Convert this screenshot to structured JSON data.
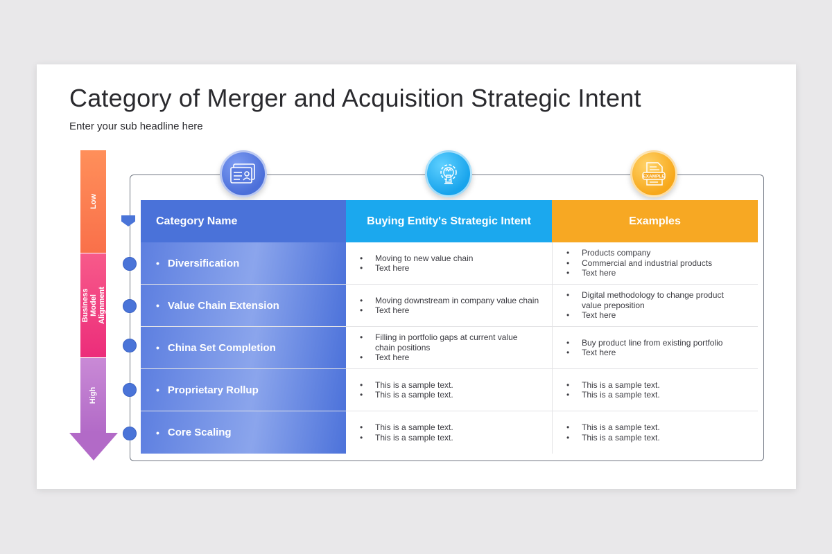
{
  "slide": {
    "title": "Category of Merger and Acquisition Strategic Intent",
    "subtitle": "Enter your sub headline here"
  },
  "arrow": {
    "low": "Low",
    "mid": "Business Model Alignment",
    "high": "High",
    "colors": {
      "low": "#f9704a",
      "mid": "#ec2d7a",
      "high": "#b26ac7"
    }
  },
  "icons": {
    "col1": "id-card-icon",
    "col2": "gear-chess-icon",
    "col3": "example-document-icon"
  },
  "table": {
    "headers": [
      "Category Name",
      "Buying Entity's Strategic Intent",
      "Examples"
    ],
    "header_colors": [
      "#4a72d9",
      "#1ba8ee",
      "#f7a823"
    ],
    "rows": [
      {
        "category": "Diversification",
        "intent": [
          "Moving to new value chain",
          "Text here"
        ],
        "examples": [
          "Products company",
          "Commercial and industrial products",
          "Text here"
        ]
      },
      {
        "category": "Value Chain Extension",
        "intent": [
          "Moving downstream in company value chain",
          "Text here"
        ],
        "examples": [
          "Digital methodology to change product value preposition",
          "Text here"
        ]
      },
      {
        "category": "China Set Completion",
        "intent": [
          "Filling in portfolio gaps at current value chain positions",
          "Text here"
        ],
        "examples": [
          "Buy product line from existing portfolio",
          "Text here"
        ]
      },
      {
        "category": "Proprietary Rollup",
        "intent": [
          "This is a sample text.",
          "This is a sample text."
        ],
        "examples": [
          "This is a sample text.",
          "This is a sample text."
        ]
      },
      {
        "category": "Core Scaling",
        "intent": [
          "This is a sample text.",
          "This is a sample text."
        ],
        "examples": [
          "This is a sample text.",
          "This is a sample text."
        ]
      }
    ]
  }
}
